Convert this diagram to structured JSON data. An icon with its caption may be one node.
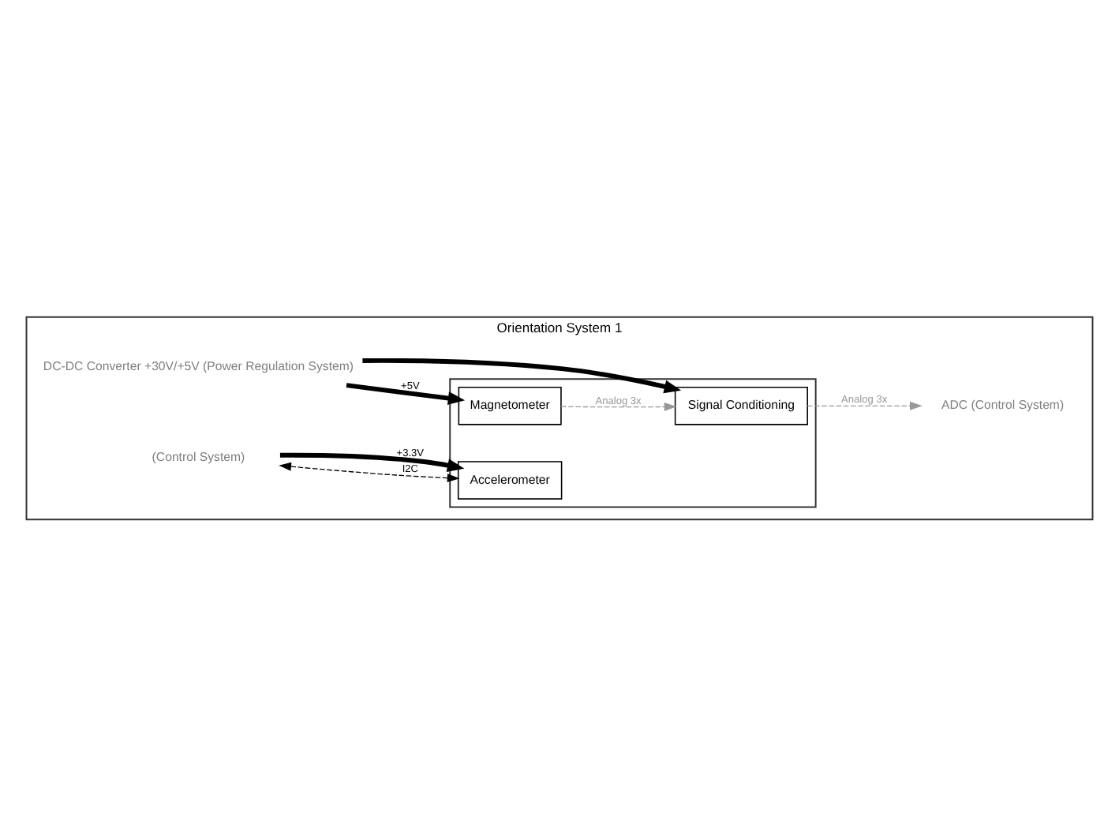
{
  "diagram": {
    "nodes": [
      {
        "text": [
          "Orientation System 1"
        ]
      },
      {
        "text": [
          "DC-DC Converter +30V/+5V (Power Regulation System)"
        ],
        "in": 0
      },
      {
        "text": [],
        "shape": "box",
        "in": 0
      },
      {
        "text": [
          "Magnetometer"
        ],
        "in": 2
      },
      {
        "text": [
          "Signal Conditioning"
        ],
        "in": 2
      },
      {
        "text": [
          "ADC (Control System)"
        ],
        "in": 0
      },
      {
        "text": [
          "(Control System)"
        ],
        "in": 0
      },
      {
        "text": [
          "Accelerometer"
        ],
        "in": 2
      }
    ],
    "edges": [
      {
        "from": 1,
        "to": 3,
        "arrow": "to",
        "label": "+5V",
        "style": "thick"
      },
      {
        "from": 1,
        "to": 4,
        "arrow": "to",
        "style": "thick"
      },
      {
        "from": 3,
        "to": 4,
        "arrow": "to",
        "label": "Analog 3x",
        "style": "dashed",
        "color": "#999999"
      },
      {
        "from": 4,
        "to": 5,
        "arrow": "to",
        "label": "Analog 3x",
        "style": "dashed",
        "color": "#999999"
      },
      {
        "from": 6,
        "to": 7,
        "arrow": "both",
        "label": "I2C",
        "style": "dashed"
      },
      {
        "from": 6,
        "to": 7,
        "arrow": "to",
        "label": "+3.3V",
        "style": "thick"
      }
    ]
  }
}
